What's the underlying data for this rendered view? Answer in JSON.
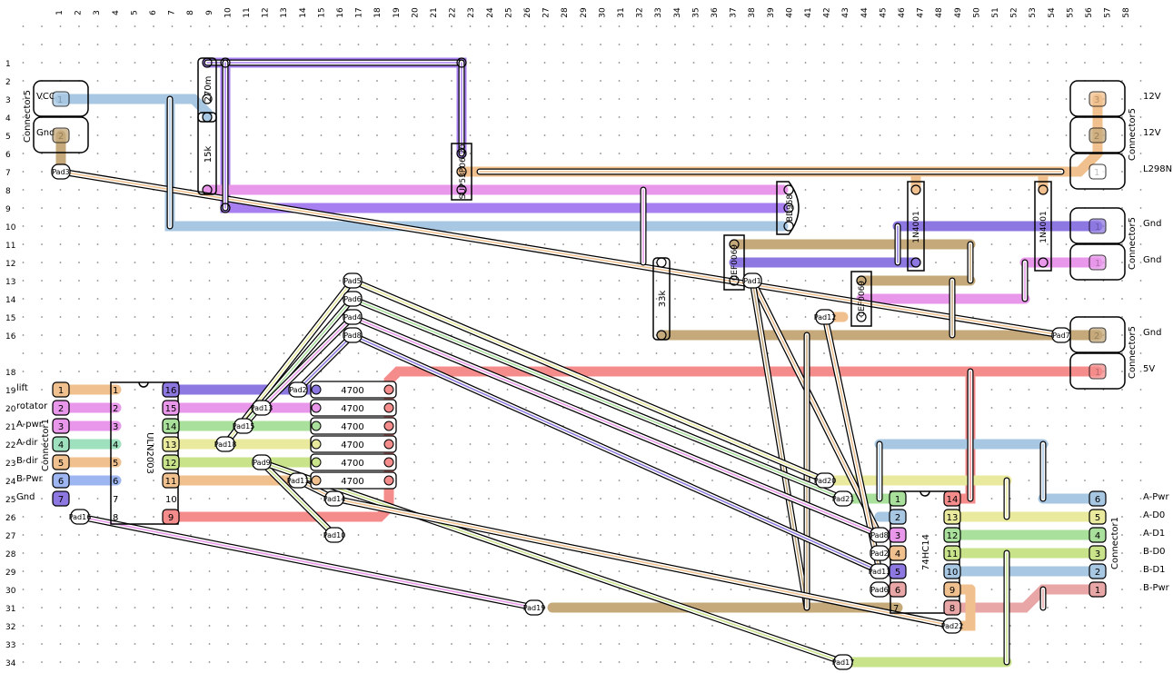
{
  "columns": [
    "1",
    "2",
    "3",
    "4",
    "5",
    "6",
    "7",
    "8",
    "9",
    "10",
    "11",
    "12",
    "13",
    "14",
    "15",
    "16",
    "17",
    "18",
    "19",
    "20",
    "21",
    "22",
    "23",
    "24",
    "25",
    "26",
    "27",
    "28",
    "29",
    "30",
    "31",
    "32",
    "33",
    "34",
    "35",
    "36",
    "37",
    "38",
    "39",
    "40",
    "41",
    "42",
    "43",
    "44",
    "45",
    "46",
    "47",
    "48",
    "49",
    "50",
    "51",
    "52",
    "53",
    "54",
    "55",
    "56",
    "57",
    "58"
  ],
  "rows": [
    "1",
    "2",
    "3",
    "4",
    "5",
    "6",
    "7",
    "8",
    "9",
    "10",
    "11",
    "12",
    "13",
    "14",
    "15",
    "16",
    "",
    "18",
    "19",
    "20",
    "21",
    "22",
    "23",
    "24",
    "25",
    "26",
    "27",
    "28",
    "29",
    "30",
    "31",
    "32",
    "33",
    "34"
  ],
  "colors": {
    "lightblue": "#a7c7e3",
    "purple": "#a77ff0",
    "pink": "#e897ea",
    "tan": "#c5a97a",
    "orange": "#f0c08e",
    "green": "#a9e09b",
    "yellow": "#eaea9e",
    "lime": "#c9e38a",
    "red": "#f58c8c",
    "teal": "#9fe0be",
    "blue": "#9db6f2",
    "violet": "#8d77e0",
    "rose": "#e8a6a6"
  },
  "left_connector_top": {
    "label": "Connector5",
    "pins": [
      {
        "num": "1",
        "label": "VCC"
      },
      {
        "num": "2",
        "label": "Gnd"
      }
    ]
  },
  "left_pad": "Pad3",
  "resistors_top": [
    {
      "label": "270m"
    },
    {
      "label": "15k"
    }
  ],
  "ic_top_mid": {
    "label": "SUP53P06-20"
  },
  "ic_bd": {
    "label": "BD958"
  },
  "diodes": [
    {
      "label": "1N4001"
    },
    {
      "label": "1N4001"
    }
  ],
  "caps": [
    {
      "label": "CEF0069"
    },
    {
      "label": "CEF0069"
    }
  ],
  "res_33k": "33k",
  "right_connectors": [
    {
      "label": "Connector5",
      "pins": [
        {
          "num": "3",
          "label": "12V"
        },
        {
          "num": "2",
          "label": "12V"
        },
        {
          "num": "1",
          "label": "L298N"
        }
      ]
    },
    {
      "label": "Connector5",
      "pins": [
        {
          "num": "1",
          "label": "Gnd"
        },
        {
          "num": "1",
          "label": "Gnd"
        }
      ]
    },
    {
      "label": "Connector5",
      "pins": [
        {
          "num": "2",
          "label": "Gnd"
        },
        {
          "num": "1",
          "label": "5V"
        }
      ]
    }
  ],
  "pads": [
    "Pad5",
    "Pad6",
    "Pad4",
    "Pad8",
    "Pad1",
    "Pad12",
    "Pad7",
    "Pad2",
    "Pad13",
    "Pad15",
    "Pad18",
    "Pad9",
    "Pad11",
    "Pad14",
    "Pad16",
    "Pad10",
    "Pad19",
    "Pad20",
    "Pad17",
    "Pad21",
    "Pad22"
  ],
  "uln": {
    "label": "ULN2003",
    "connector": "Connector1",
    "pins_left": [
      "1",
      "2",
      "3",
      "4",
      "5",
      "6",
      "7",
      "8"
    ],
    "pins_right": [
      "16",
      "15",
      "14",
      "13",
      "12",
      "11",
      "10",
      "9"
    ],
    "io_labels": [
      "lift",
      "rotator",
      "A-pwr",
      "A-dir",
      "B-dir",
      "B-Pwr",
      "Gnd"
    ],
    "conn_pins": [
      "1",
      "2",
      "3",
      "4",
      "5",
      "6",
      "7"
    ]
  },
  "resistors_4700": [
    "4700",
    "4700",
    "4700",
    "4700",
    "4700",
    "4700"
  ],
  "hc14": {
    "label": "74HC14",
    "pins_left": [
      "1",
      "2",
      "3",
      "4",
      "5",
      "6",
      "7"
    ],
    "pins_right": [
      "14",
      "13",
      "12",
      "11",
      "10",
      "9",
      "8"
    ]
  },
  "right_connector1": {
    "label": "Connector1",
    "pins": [
      {
        "num": "6",
        "label": "A-Pwr"
      },
      {
        "num": "5",
        "label": "A-D0"
      },
      {
        "num": "4",
        "label": "A-D1"
      },
      {
        "num": "3",
        "label": "B-D0"
      },
      {
        "num": "2",
        "label": "B-D1"
      },
      {
        "num": "1",
        "label": "B-Pwr"
      }
    ]
  }
}
